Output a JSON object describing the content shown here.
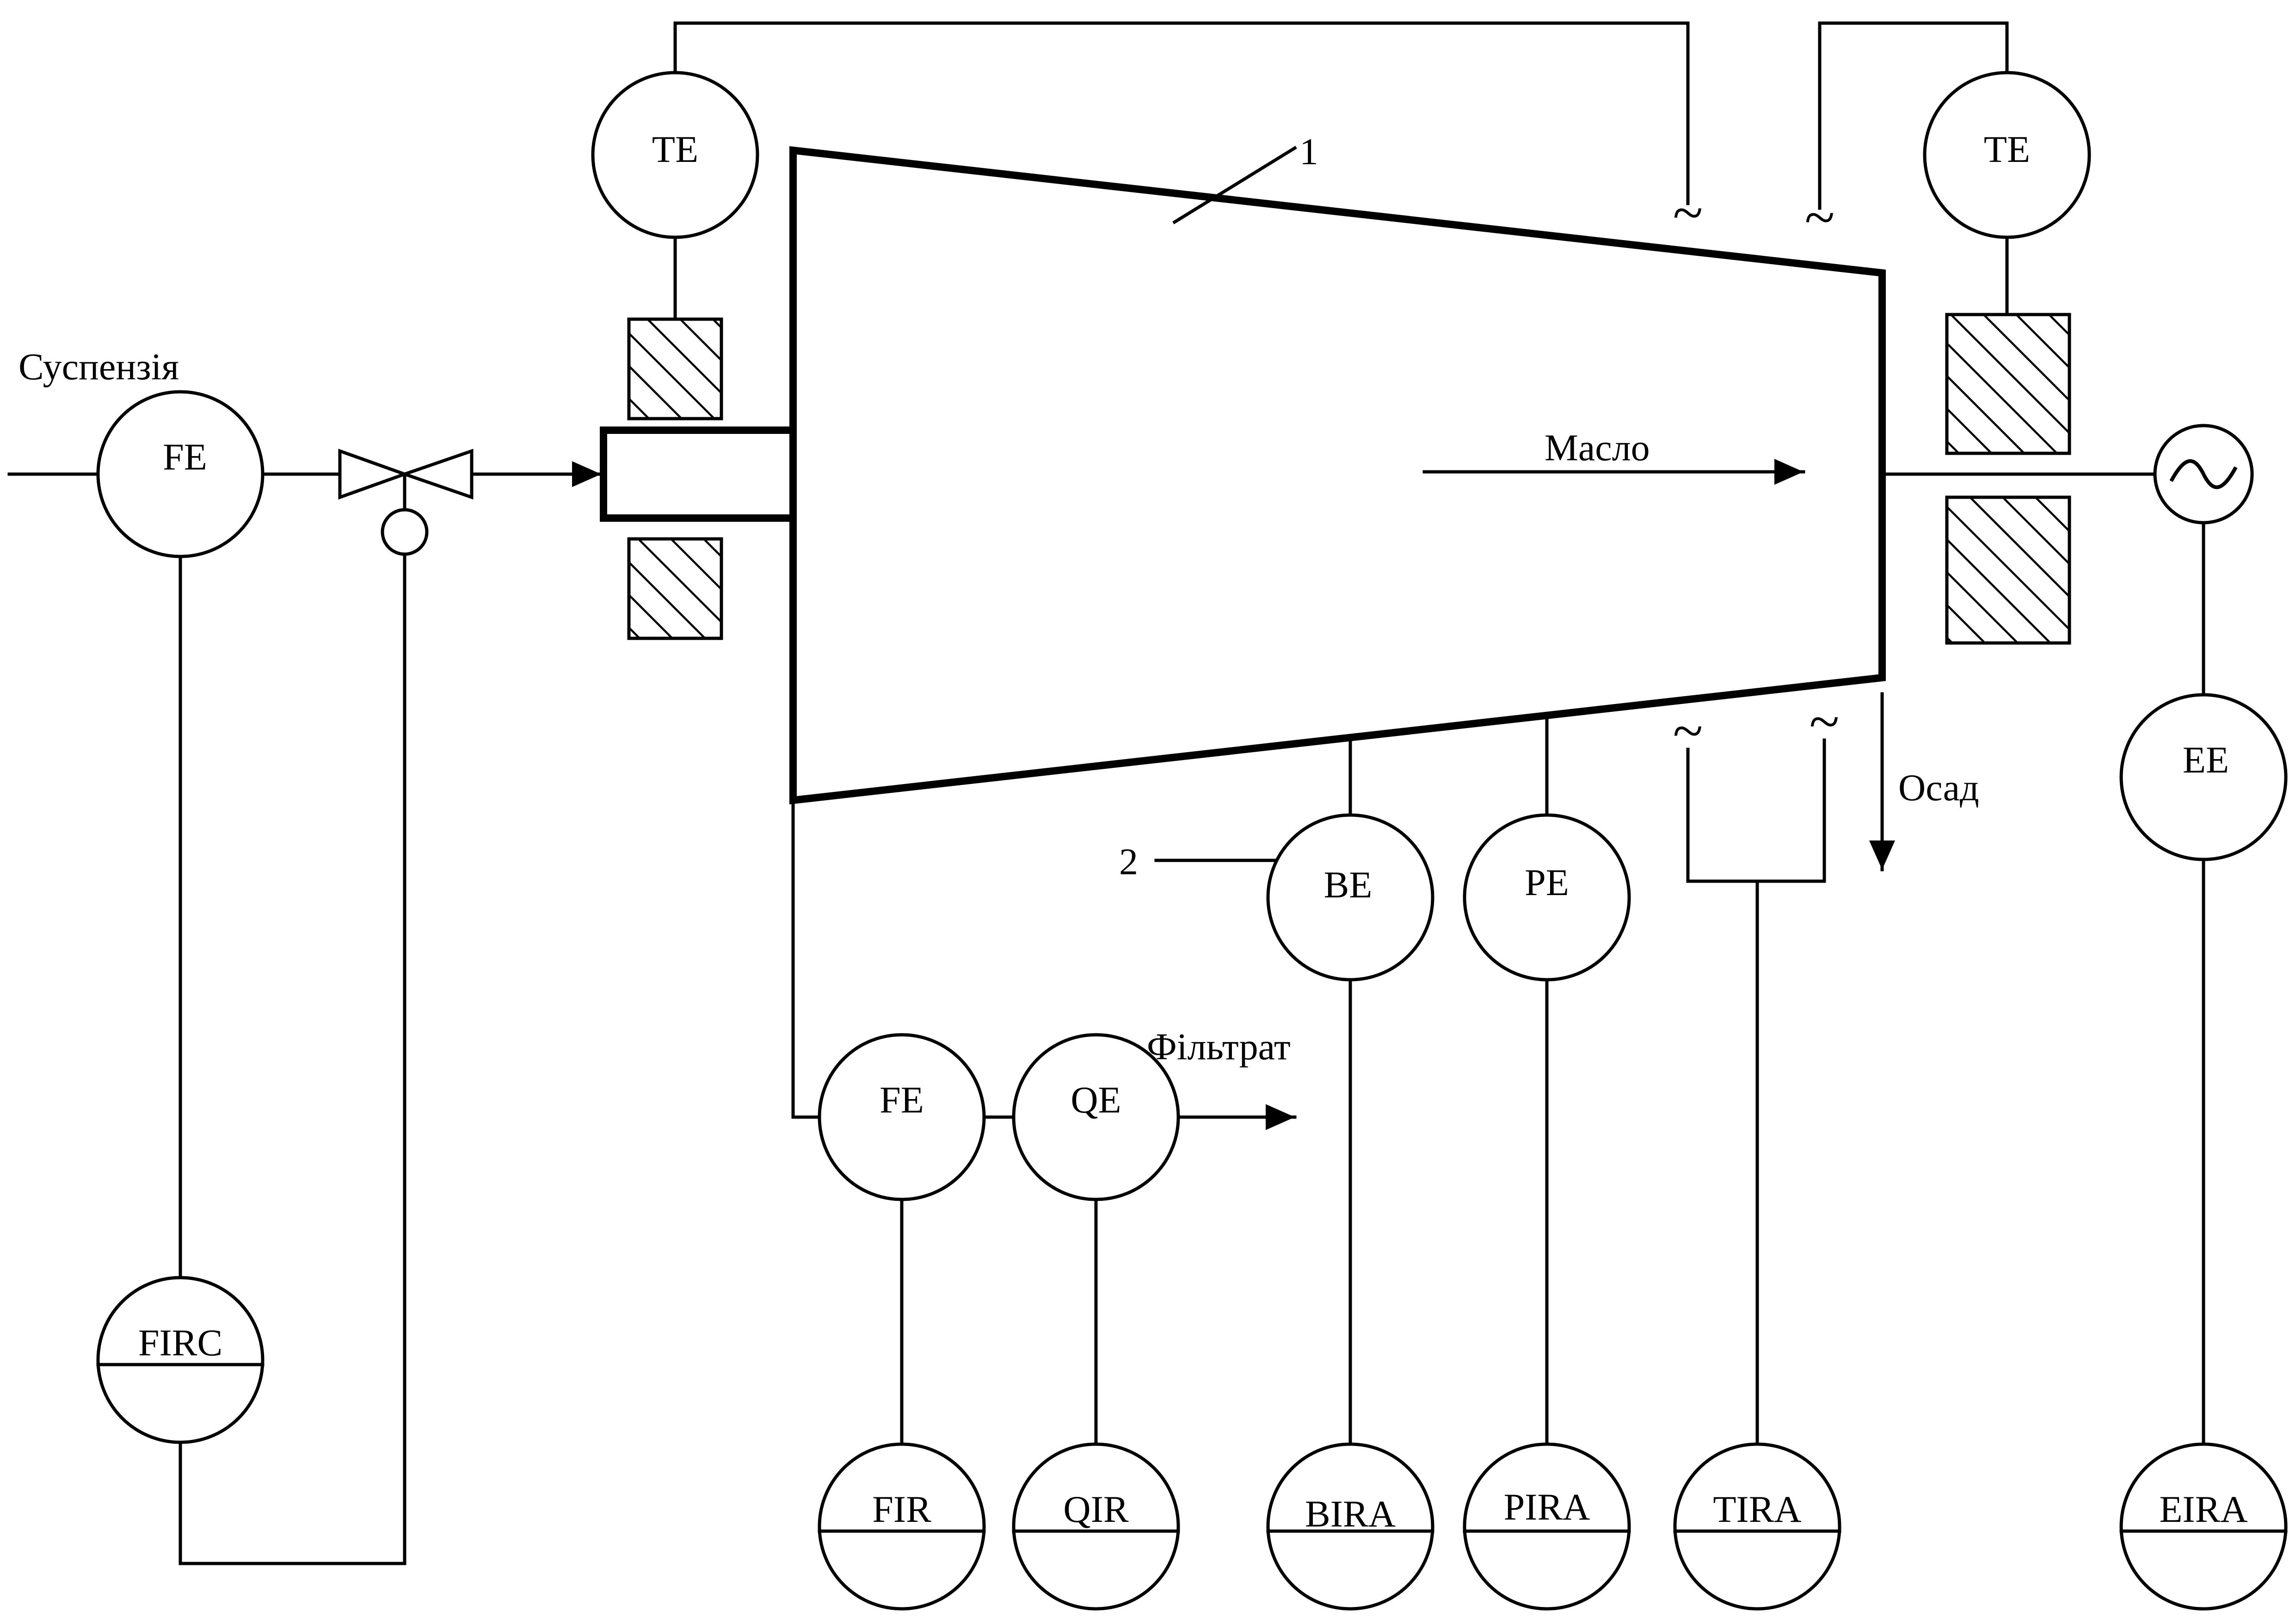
{
  "labels": {
    "suspension": "Суспензія",
    "oil": "Масло",
    "sediment": "Осад",
    "filtrate": "Фільтрат",
    "ref1": "1",
    "ref2": "2"
  },
  "sensors": {
    "te_left": "TE",
    "te_right": "TE",
    "fe_inlet": "FE",
    "be": "BE",
    "pe": "PE",
    "ee": "EE",
    "fe_filtrate": "FE",
    "qe": "QE"
  },
  "indicators": {
    "firc": "FIRC",
    "fir": "FIR",
    "qir": "QIR",
    "bira": "BIRA",
    "pira": "PIRA",
    "tira": "TIRA",
    "eira": "EIRA"
  },
  "symbols": {
    "tilde": "~",
    "generator_icon": "alternating-current-icon"
  }
}
